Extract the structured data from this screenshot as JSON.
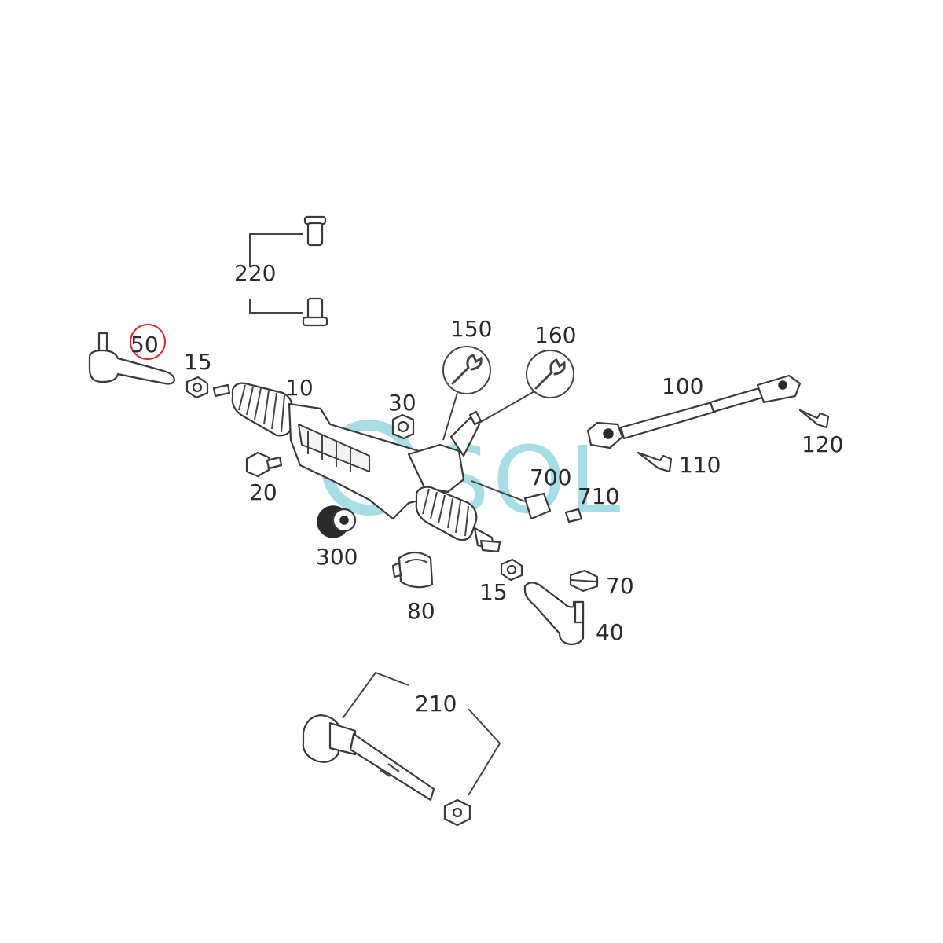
{
  "diagram": {
    "watermark": "SOL",
    "highlight_color": "#d62b2b",
    "watermark_color": "#5fc3cf",
    "labels": {
      "p50": "50",
      "p15a": "15",
      "p10": "10",
      "p220": "220",
      "p150": "150",
      "p160": "160",
      "p30": "30",
      "p20": "20",
      "p300": "300",
      "p100": "100",
      "p120": "120",
      "p110": "110",
      "p700": "700",
      "p710": "710",
      "p15b": "15",
      "p70": "70",
      "p80": "80",
      "p40": "40",
      "p210": "210"
    },
    "icons": [
      "wrench-icon",
      "wrench-icon"
    ]
  }
}
